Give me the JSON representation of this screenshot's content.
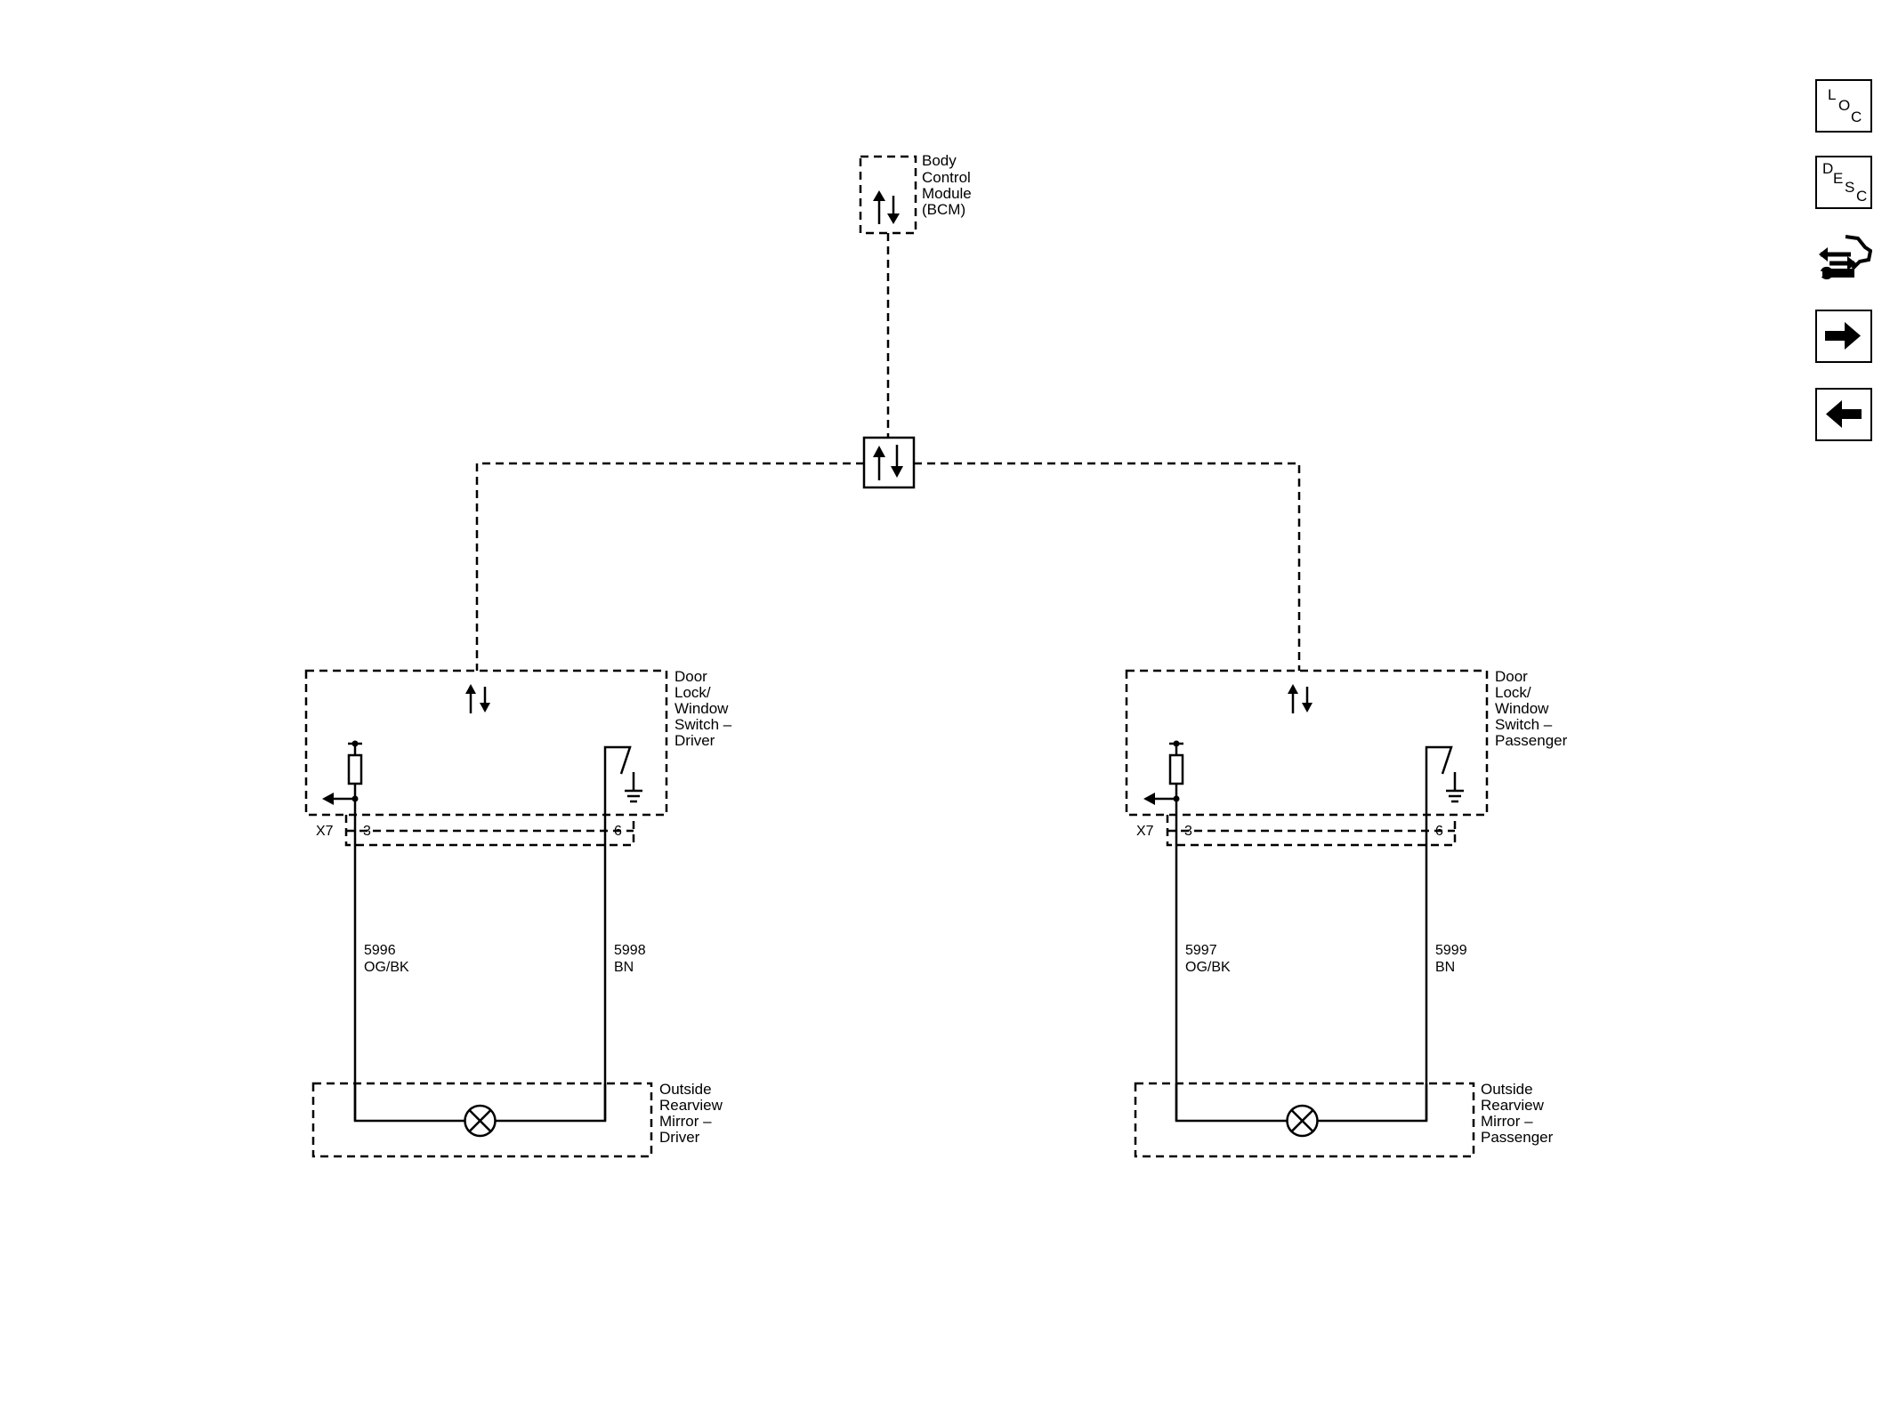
{
  "components": {
    "bcm": {
      "lines": [
        "Body",
        "Control",
        "Module",
        "(BCM)"
      ]
    },
    "switch_driver": {
      "lines": [
        "Door",
        "Lock/",
        "Window",
        "Switch –",
        "Driver"
      ]
    },
    "switch_passenger": {
      "lines": [
        "Door",
        "Lock/",
        "Window",
        "Switch –",
        "Passenger"
      ]
    },
    "mirror_driver": {
      "lines": [
        "Outside",
        "Rearview",
        "Mirror –",
        "Driver"
      ]
    },
    "mirror_passenger": {
      "lines": [
        "Outside",
        "Rearview",
        "Mirror –",
        "Passenger"
      ]
    }
  },
  "connectors": {
    "driver": {
      "name": "X7",
      "pin_left": "3",
      "pin_right": "6"
    },
    "passenger": {
      "name": "X7",
      "pin_left": "3",
      "pin_right": "6"
    }
  },
  "wires": {
    "driver_left": {
      "circuit": "5996",
      "color": "OG/BK"
    },
    "driver_right": {
      "circuit": "5998",
      "color": "BN"
    },
    "passenger_left": {
      "circuit": "5997",
      "color": "OG/BK"
    },
    "passenger_right": {
      "circuit": "5999",
      "color": "BN"
    }
  },
  "nav": {
    "loc": {
      "l1": "L",
      "l2": "O",
      "l3": "C"
    },
    "desc": {
      "l1": "D",
      "l2": "E",
      "l3": "S",
      "l4": "C"
    }
  },
  "icons": {
    "loc_button": "loc-icon",
    "desc_button": "desc-icon",
    "tools_button": "connector-wrench-icon",
    "next_button": "arrow-right-icon",
    "prev_button": "arrow-left-icon"
  }
}
